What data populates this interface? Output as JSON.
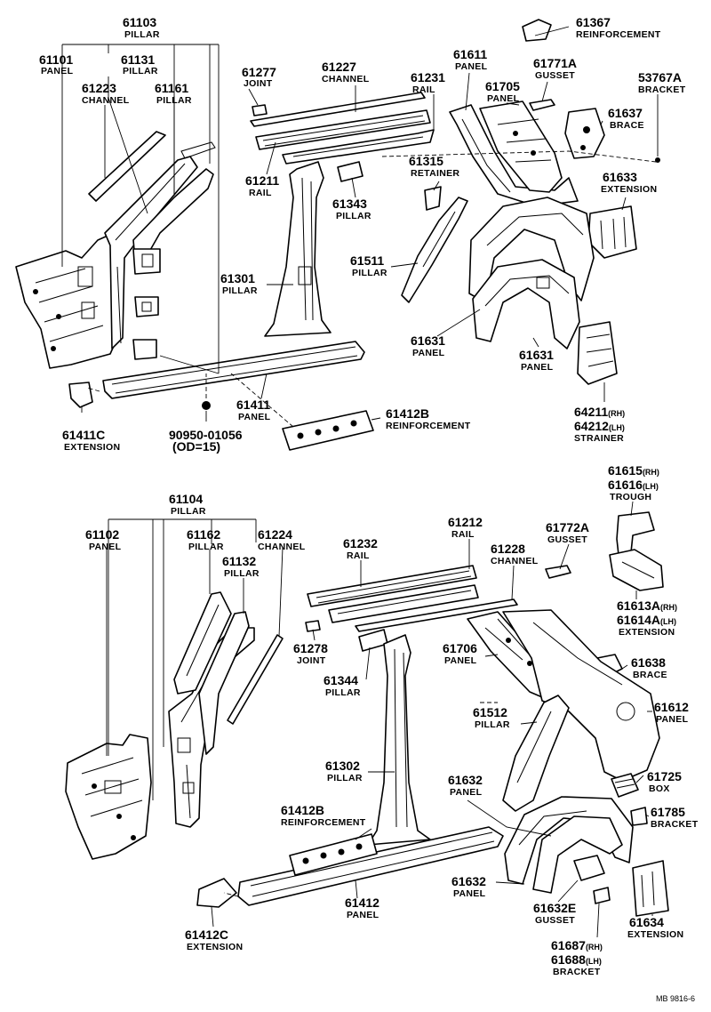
{
  "callouts": {
    "p61103": {
      "number": "61103",
      "name": "PILLAR"
    },
    "p61101": {
      "number": "61101",
      "name": "PANEL"
    },
    "p61131": {
      "number": "61131",
      "name": "PILLAR"
    },
    "p61223": {
      "number": "61223",
      "name": "CHANNEL"
    },
    "p61161": {
      "number": "61161",
      "name": "PILLAR"
    },
    "p61277": {
      "number": "61277",
      "name": "JOINT"
    },
    "p61227": {
      "number": "61227",
      "name": "CHANNEL"
    },
    "p61231": {
      "number": "61231",
      "name": "RAIL"
    },
    "p61611": {
      "number": "61611",
      "name": "PANEL"
    },
    "p61367": {
      "number": "61367",
      "name": "REINFORCEMENT"
    },
    "p61771A": {
      "number": "61771A",
      "name": "GUSSET"
    },
    "p61705": {
      "number": "61705",
      "name": "PANEL"
    },
    "p53767A": {
      "number": "53767A",
      "name": "BRACKET"
    },
    "p61637": {
      "number": "61637",
      "name": "BRACE"
    },
    "p61211": {
      "number": "61211",
      "name": "RAIL"
    },
    "p61315": {
      "number": "61315",
      "name": "RETAINER"
    },
    "p61343": {
      "number": "61343",
      "name": "PILLAR"
    },
    "p61633": {
      "number": "61633",
      "name": "EXTENSION"
    },
    "p61301": {
      "number": "61301",
      "name": "PILLAR"
    },
    "p61511": {
      "number": "61511",
      "name": "PILLAR"
    },
    "p61631a": {
      "number": "61631",
      "name": "PANEL"
    },
    "p61631b": {
      "number": "61631",
      "name": "PANEL"
    },
    "p61411": {
      "number": "61411",
      "name": "PANEL"
    },
    "p61412B_top": {
      "number": "61412B",
      "name": "REINFORCEMENT"
    },
    "p61411C": {
      "number": "61411C",
      "name": "EXTENSION"
    },
    "p90950": {
      "number": "90950-01056",
      "name": "(OD=15)"
    },
    "p64211": {
      "number": "64211",
      "suffix": "(RH)",
      "number2": "64212",
      "suffix2": "(LH)",
      "name": "STRAINER"
    },
    "p61104": {
      "number": "61104",
      "name": "PILLAR"
    },
    "p61102": {
      "number": "61102",
      "name": "PANEL"
    },
    "p61162": {
      "number": "61162",
      "name": "PILLAR"
    },
    "p61224": {
      "number": "61224",
      "name": "CHANNEL"
    },
    "p61132": {
      "number": "61132",
      "name": "PILLAR"
    },
    "p61232": {
      "number": "61232",
      "name": "RAIL"
    },
    "p61212": {
      "number": "61212",
      "name": "RAIL"
    },
    "p61228": {
      "number": "61228",
      "name": "CHANNEL"
    },
    "p61772A": {
      "number": "61772A",
      "name": "GUSSET"
    },
    "p61615": {
      "number": "61615",
      "suffix": "(RH)",
      "number2": "61616",
      "suffix2": "(LH)",
      "name": "TROUGH"
    },
    "p61613A": {
      "number": "61613A",
      "suffix": "(RH)",
      "number2": "61614A",
      "suffix2": "(LH)",
      "name": "EXTENSION"
    },
    "p61278": {
      "number": "61278",
      "name": "JOINT"
    },
    "p61706": {
      "number": "61706",
      "name": "PANEL"
    },
    "p61638": {
      "number": "61638",
      "name": "BRACE"
    },
    "p61344": {
      "number": "61344",
      "name": "PILLAR"
    },
    "p61612": {
      "number": "61612",
      "name": "PANEL"
    },
    "p61512": {
      "number": "61512",
      "name": "PILLAR"
    },
    "p61302": {
      "number": "61302",
      "name": "PILLAR"
    },
    "p61725": {
      "number": "61725",
      "name": "BOX"
    },
    "p61632a": {
      "number": "61632",
      "name": "PANEL"
    },
    "p61785": {
      "number": "61785",
      "name": "BRACKET"
    },
    "p61412B_bot": {
      "number": "61412B",
      "name": "REINFORCEMENT"
    },
    "p61632b": {
      "number": "61632",
      "name": "PANEL"
    },
    "p61632E": {
      "number": "61632E",
      "name": "GUSSET"
    },
    "p61634": {
      "number": "61634",
      "name": "EXTENSION"
    },
    "p61412": {
      "number": "61412",
      "name": "PANEL"
    },
    "p61412C": {
      "number": "61412C",
      "name": "EXTENSION"
    },
    "p61687": {
      "number": "61687",
      "suffix": "(RH)",
      "number2": "61688",
      "suffix2": "(LH)",
      "name": "BRACKET"
    }
  },
  "footer": {
    "code": "MB  9816-6"
  }
}
